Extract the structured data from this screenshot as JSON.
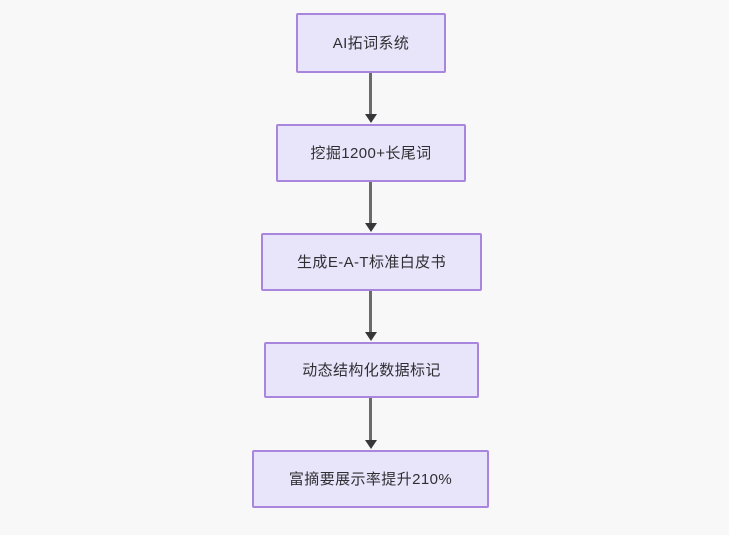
{
  "diagram": {
    "type": "flowchart",
    "orientation": "top-to-bottom",
    "background_color": "#f8f8f8",
    "node_fill_color": "#e8e5fa",
    "node_border_color": "#a886dd",
    "node_text_color": "#2f2f33",
    "connector_color": "#6b6b6b",
    "arrowhead_color": "#37373a",
    "nodes": [
      {
        "id": "node-1",
        "label": "AI拓词系统"
      },
      {
        "id": "node-2",
        "label": "挖掘1200+长尾词"
      },
      {
        "id": "node-3",
        "label": "生成E-A-T标准白皮书"
      },
      {
        "id": "node-4",
        "label": "动态结构化数据标记"
      },
      {
        "id": "node-5",
        "label": "富摘要展示率提升210%"
      }
    ],
    "edges": [
      {
        "id": "edge-1",
        "from": "node-1",
        "to": "node-2",
        "label": ""
      },
      {
        "id": "edge-2",
        "from": "node-2",
        "to": "node-3",
        "label": ""
      },
      {
        "id": "edge-3",
        "from": "node-3",
        "to": "node-4",
        "label": ""
      },
      {
        "id": "edge-4",
        "from": "node-4",
        "to": "node-5",
        "label": ""
      }
    ]
  }
}
